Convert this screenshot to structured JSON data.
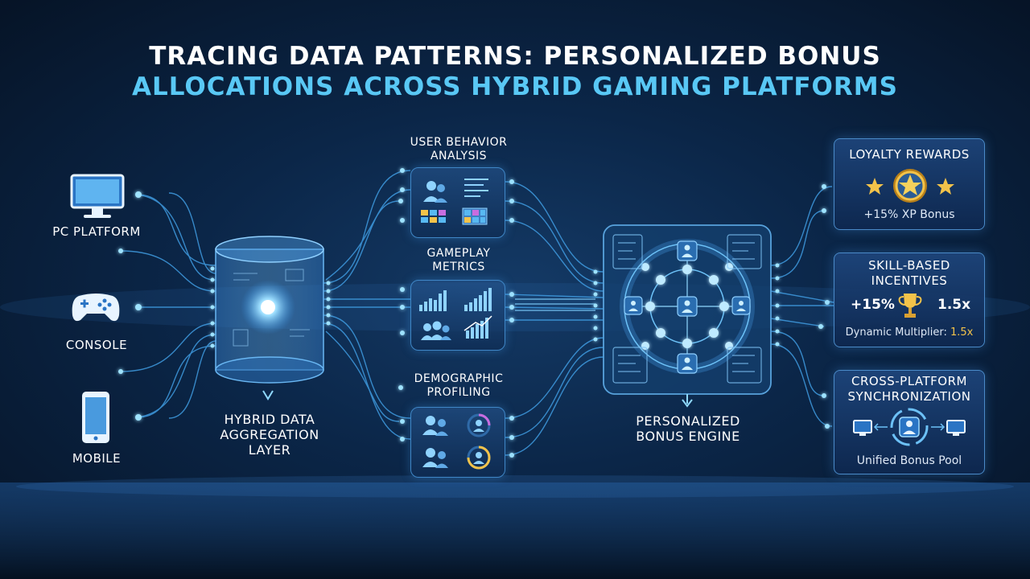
{
  "title": {
    "line1": "TRACING DATA PATTERNS: PERSONALIZED BONUS",
    "line2": "ALLOCATIONS ACROSS HYBRID GAMING PLATFORMS"
  },
  "sources": [
    {
      "label": "PC PLATFORM",
      "icon": "monitor-icon"
    },
    {
      "label": "CONSOLE",
      "icon": "gamepad-icon"
    },
    {
      "label": "MOBILE",
      "icon": "smartphone-icon"
    }
  ],
  "aggregation": {
    "label_lines": [
      "HYBRID DATA",
      "AGGREGATION",
      "LAYER"
    ],
    "icon": "data-cylinder-icon"
  },
  "analysis": [
    {
      "title_lines": [
        "USER BEHAVIOR",
        "ANALYSIS"
      ],
      "icons": [
        "users-icon",
        "list-icon",
        "heatmap-icon",
        "grid-icon"
      ]
    },
    {
      "title_lines": [
        "GAMEPLAY",
        "METRICS"
      ],
      "icons": [
        "bar-chart-icon",
        "bar-chart-icon",
        "users-icon",
        "trend-chart-icon"
      ]
    },
    {
      "title_lines": [
        "DEMOGRAPHIC",
        "PROFILING"
      ],
      "icons": [
        "users-icon",
        "profile-gauge-icon",
        "users-icon",
        "profile-gauge-icon"
      ]
    }
  ],
  "engine": {
    "label_lines": [
      "PERSONALIZED",
      "BONUS ENGINE"
    ],
    "icon": "network-hub-icon"
  },
  "outputs": {
    "loyalty": {
      "title": "LOYALTY REWARDS",
      "sub": "+15% XP Bonus",
      "icon": "star-badge-icon"
    },
    "skill": {
      "title_lines": [
        "SKILL-BASED",
        "INCENTIVES"
      ],
      "left_value": "+15%",
      "right_value": "1.5x",
      "sub_prefix": "Dynamic Multiplier: ",
      "sub_value": "1.5x",
      "icon": "trophy-icon"
    },
    "sync": {
      "title_lines": [
        "CROSS-PLATFORM",
        "SYNCHRONIZATION"
      ],
      "sub": "Unified Bonus Pool",
      "icon": "sync-icon"
    }
  },
  "colors": {
    "background": "#0b2648",
    "accent_cyan": "#59c8f5",
    "line_blue": "#3f9be0",
    "gold": "#f3c34a",
    "panel_border": "#3f86c6"
  }
}
